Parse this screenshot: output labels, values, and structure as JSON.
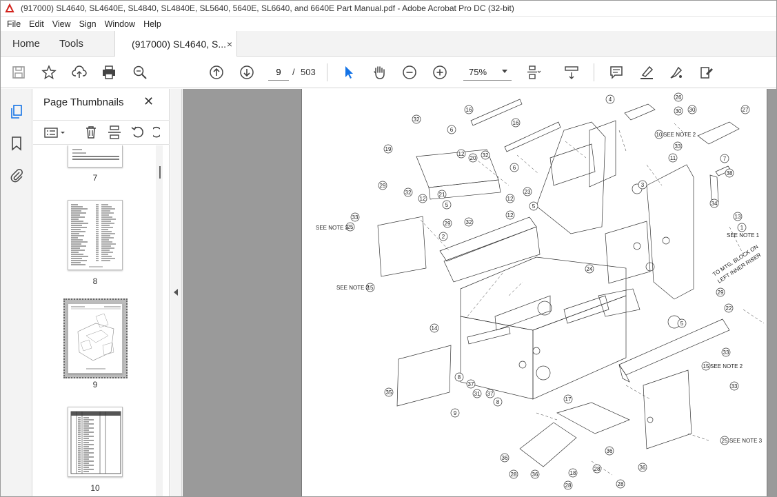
{
  "window": {
    "title": "(917000) SL4640, SL4640E, SL4840, SL4840E, SL5640, 5640E, SL6640, and 6640E Part Manual.pdf - Adobe Acrobat Pro DC (32-bit)"
  },
  "menu": [
    "File",
    "Edit",
    "View",
    "Sign",
    "Window",
    "Help"
  ],
  "tabs": {
    "home": "Home",
    "tools": "Tools",
    "document": "(917000) SL4640, S...",
    "close_glyph": "×"
  },
  "toolbar": {
    "current_page": "9",
    "page_separator": "/",
    "total_pages": "503",
    "zoom": "75%"
  },
  "thumbnails_panel": {
    "title": "Page Thumbnails",
    "close_glyph": "✕",
    "pages": [
      {
        "label": "7",
        "selected": false
      },
      {
        "label": "8",
        "selected": false
      },
      {
        "label": "9",
        "selected": true
      },
      {
        "label": "10",
        "selected": false
      }
    ]
  },
  "drawing": {
    "callouts": [
      "16",
      "26",
      "4",
      "30",
      "30",
      "27",
      "32",
      "6",
      "16",
      "10",
      "33",
      "19",
      "12",
      "20",
      "32",
      "11",
      "7",
      "6",
      "38",
      "29",
      "32",
      "12",
      "21",
      "3",
      "23",
      "12",
      "34",
      "5",
      "13",
      "33",
      "29",
      "32",
      "12",
      "1",
      "25",
      "2",
      "5",
      "24",
      "15",
      "29",
      "22",
      "5",
      "14",
      "33",
      "15",
      "33",
      "8",
      "37",
      "31",
      "37",
      "8",
      "35",
      "9",
      "17",
      "36",
      "36",
      "28",
      "36",
      "18",
      "28",
      "36",
      "28",
      "28",
      "25"
    ],
    "notes": {
      "see_note_2_top": "SEE NOTE 2",
      "see_note_3_left": "SEE NOTE 3",
      "see_note_1": "SEE NOTE 1",
      "see_note_2_left": "SEE NOTE 2",
      "see_note_2_right": "SEE NOTE 2",
      "see_note_3_right": "SEE NOTE 3",
      "to_mtg_line1": "TO MTG. BLOCK ON",
      "to_mtg_line2": "LEFT INNER RISER"
    }
  }
}
